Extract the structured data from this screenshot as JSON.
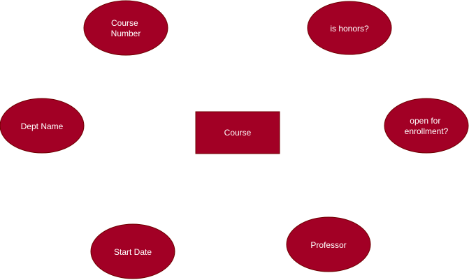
{
  "diagram": {
    "entity": {
      "label": "Course"
    },
    "attributes": [
      {
        "id": "course-number",
        "lines": [
          "Course",
          "Number"
        ]
      },
      {
        "id": "is-honors",
        "lines": [
          "is honors?"
        ]
      },
      {
        "id": "dept-name",
        "lines": [
          "Dept Name"
        ]
      },
      {
        "id": "open-for-enrollment",
        "lines": [
          "open for",
          "enrollment?"
        ]
      },
      {
        "id": "start-date",
        "lines": [
          "Start Date"
        ]
      },
      {
        "id": "professor",
        "lines": [
          "Professor"
        ]
      }
    ],
    "colors": {
      "fill": "#a20025",
      "stroke": "#6f0000",
      "text": "#ffffff"
    }
  }
}
